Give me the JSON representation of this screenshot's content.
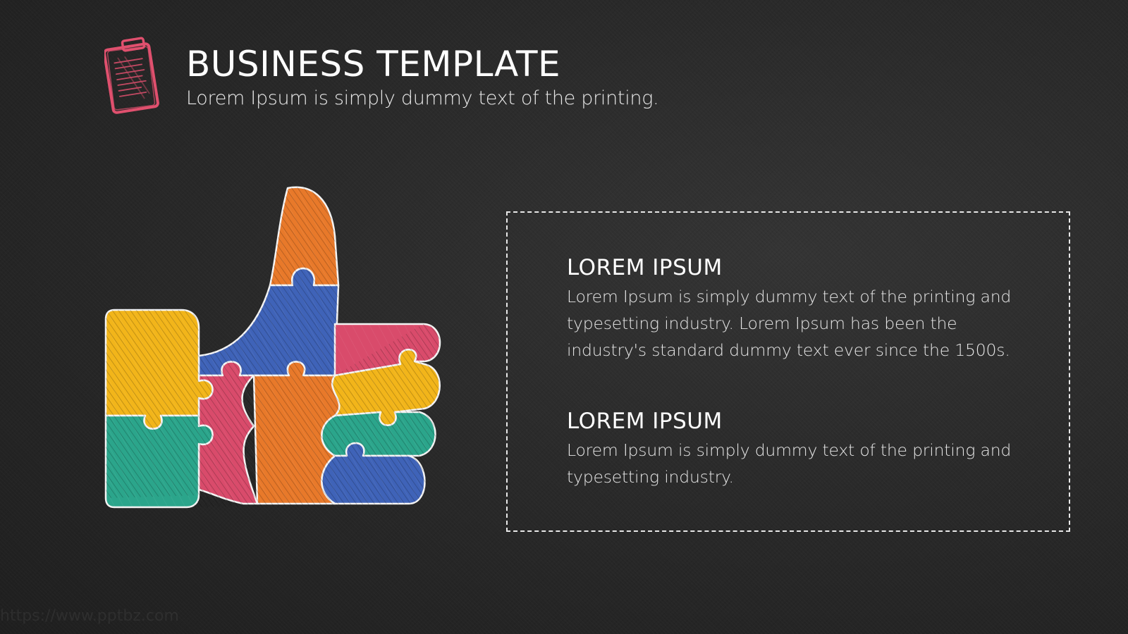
{
  "header": {
    "title": "BUSINESS TEMPLATE",
    "subtitle": "Lorem Ipsum is simply dummy text of the printing."
  },
  "icons": {
    "header_icon": "clipboard-icon",
    "illustration": "thumbs-up-puzzle"
  },
  "sections": [
    {
      "heading": "LOREM IPSUM",
      "body": "Lorem Ipsum is simply dummy text of the printing and typesetting industry. Lorem Ipsum has been the industry's standard dummy text ever since the 1500s."
    },
    {
      "heading": "LOREM IPSUM",
      "body": "Lorem Ipsum is simply dummy text of the printing and typesetting industry."
    }
  ],
  "watermark": "https://www.pptbz.com",
  "colors": {
    "background": "#262626",
    "icon_pink": "#e0506e",
    "puzzle_orange": "#e8792a",
    "puzzle_blue": "#3f63b8",
    "puzzle_pink": "#d94b6b",
    "puzzle_yellow": "#f2b51a",
    "puzzle_teal": "#2ba58b"
  }
}
